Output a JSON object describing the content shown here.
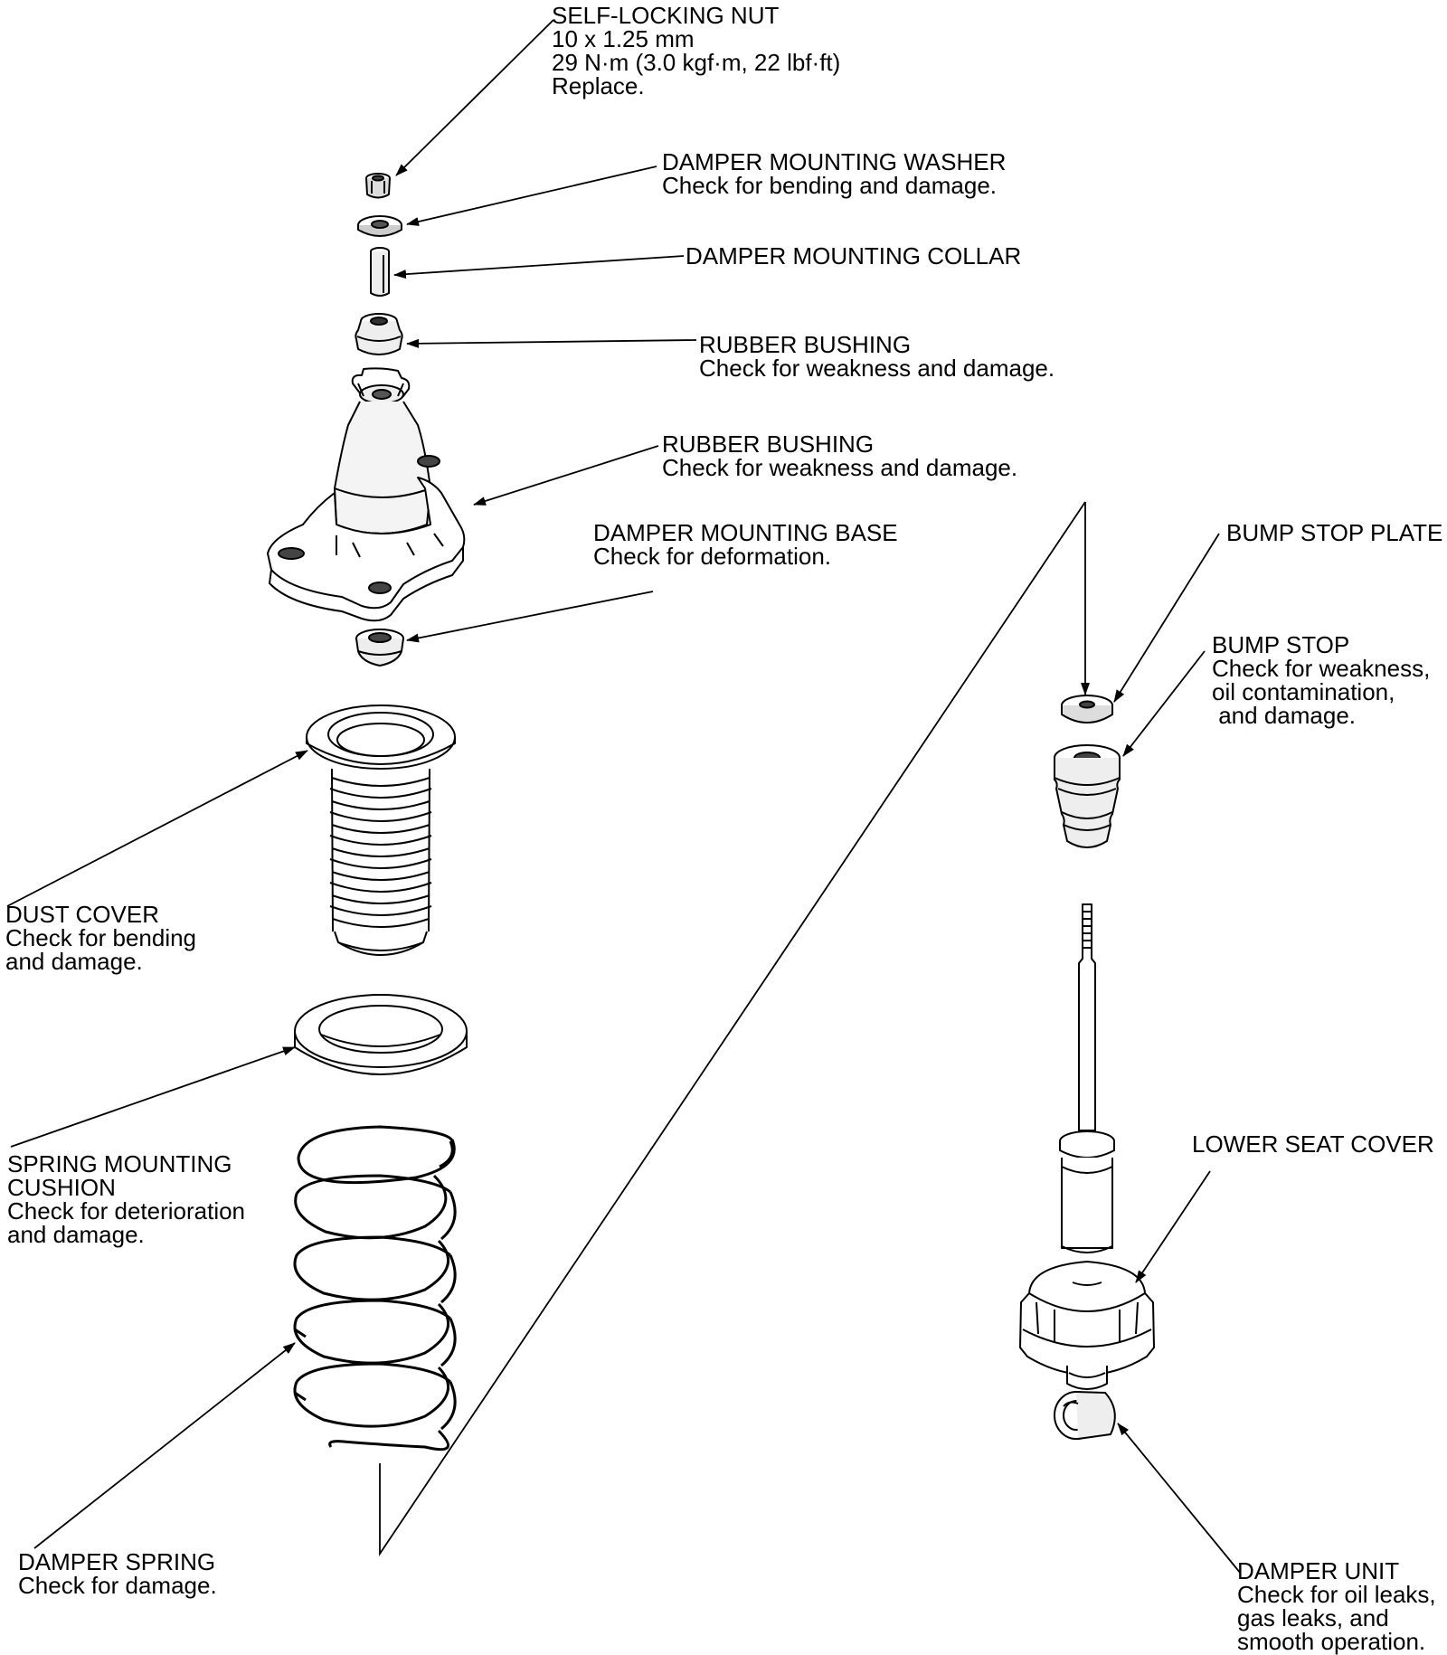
{
  "diagram": {
    "labels": {
      "self_locking_nut": {
        "title": "SELF-LOCKING NUT",
        "lines": [
          "10 x 1.25 mm",
          "29 N·m (3.0 kgf·m, 22 lbf·ft)",
          "Replace."
        ]
      },
      "damper_mounting_washer": {
        "title": "DAMPER MOUNTING WASHER",
        "lines": [
          "Check for bending and damage."
        ]
      },
      "damper_mounting_collar": {
        "title": "DAMPER MOUNTING COLLAR",
        "lines": []
      },
      "rubber_bushing_upper": {
        "title": "RUBBER BUSHING",
        "lines": [
          "Check for weakness and damage."
        ]
      },
      "rubber_bushing_lower": {
        "title": "RUBBER BUSHING",
        "lines": [
          "Check for weakness and damage."
        ]
      },
      "damper_mounting_base": {
        "title": "DAMPER MOUNTING BASE",
        "lines": [
          "Check for deformation."
        ]
      },
      "bump_stop_plate": {
        "title": "BUMP STOP PLATE",
        "lines": []
      },
      "bump_stop": {
        "title": "BUMP STOP",
        "lines": [
          "Check for weakness,",
          "oil contamination,",
          " and damage."
        ]
      },
      "dust_cover": {
        "title": "DUST COVER",
        "lines": [
          "Check for bending",
          "and damage."
        ]
      },
      "spring_mounting_cushion": {
        "title": "SPRING MOUNTING",
        "lines": [
          "CUSHION",
          "Check for deterioration",
          "and damage."
        ]
      },
      "lower_seat_cover": {
        "title": "LOWER SEAT COVER",
        "lines": []
      },
      "damper_spring": {
        "title": "DAMPER SPRING",
        "lines": [
          "Check for damage."
        ]
      },
      "damper_unit": {
        "title": "DAMPER UNIT",
        "lines": [
          "Check for oil leaks,",
          "gas leaks, and",
          "smooth operation."
        ]
      }
    }
  }
}
